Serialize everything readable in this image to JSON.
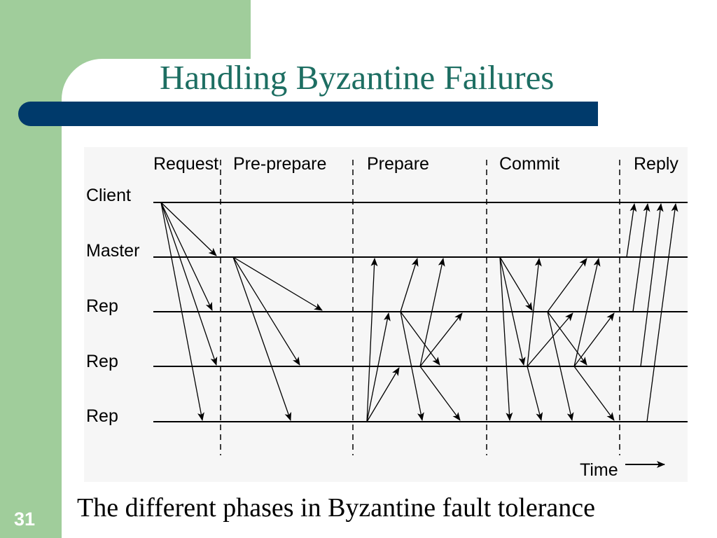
{
  "slide": {
    "title": "Handling Byzantine Failures",
    "caption": "The different phases in Byzantine fault tolerance",
    "number": "31"
  },
  "diagram": {
    "phases": [
      "Request",
      "Pre-prepare",
      "Prepare",
      "Commit",
      "Reply"
    ],
    "actors": [
      "Client",
      "Master",
      "Rep",
      "Rep",
      "Rep"
    ],
    "time_label": "Time"
  },
  "colors": {
    "sidebar_green": "#a0cd9b",
    "title_teal": "#1d6e62",
    "title_bar_navy": "#003a6b"
  }
}
